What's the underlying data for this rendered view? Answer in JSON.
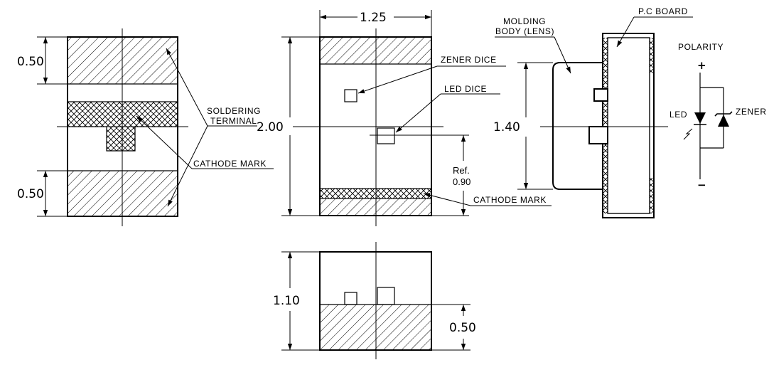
{
  "labels": {
    "soldering_terminal_1": "SOLDERING",
    "soldering_terminal_2": "TERMINAL",
    "cathode_mark_left": "CATHODE MARK",
    "cathode_mark_right": "CATHODE MARK",
    "zener_dice": "ZENER DICE",
    "led_dice": "LED DICE",
    "molding_body_1": "MOLDING",
    "molding_body_2": "BODY (LENS)",
    "pc_board": "P.C BOARD",
    "polarity": "POLARITY",
    "led": "LED",
    "zener": "ZENER",
    "plus": "+",
    "minus": "−"
  },
  "dimensions": {
    "top_pad_height": "0.50",
    "bottom_pad_height": "0.50",
    "body_width": "1.25",
    "body_length": "2.00",
    "ref_label": "Ref.",
    "ref_value": "0.90",
    "lens_height": "1.40",
    "total_height": "1.10",
    "base_height": "0.50"
  },
  "colors": {
    "line": "#000000",
    "background": "#ffffff"
  }
}
